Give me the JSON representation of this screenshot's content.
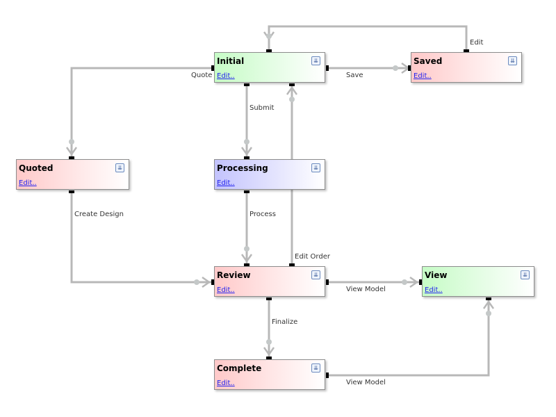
{
  "nodes": {
    "initial": {
      "title": "Initial",
      "edit": "Edit..",
      "color": "green"
    },
    "saved": {
      "title": "Saved",
      "edit": "Edit..",
      "color": "red"
    },
    "quoted": {
      "title": "Quoted",
      "edit": "Edit..",
      "color": "red"
    },
    "processing": {
      "title": "Processing",
      "edit": "Edit..",
      "color": "blue"
    },
    "review": {
      "title": "Review",
      "edit": "Edit..",
      "color": "red"
    },
    "view": {
      "title": "View",
      "edit": "Edit..",
      "color": "green"
    },
    "complete": {
      "title": "Complete",
      "edit": "Edit..",
      "color": "red"
    }
  },
  "expand_icon": "⇊",
  "transitions": [
    {
      "from": "Initial",
      "to": "Saved",
      "label": "Save"
    },
    {
      "from": "Saved",
      "to": "Initial",
      "label": "Edit"
    },
    {
      "from": "Initial",
      "to": "Quoted",
      "label": "Quote"
    },
    {
      "from": "Initial",
      "to": "Processing",
      "label": "Submit"
    },
    {
      "from": "Quoted",
      "to": "Review",
      "label": "Create Design"
    },
    {
      "from": "Processing",
      "to": "Review",
      "label": "Process"
    },
    {
      "from": "Review",
      "to": "Initial",
      "label": "Edit Order"
    },
    {
      "from": "Review",
      "to": "View",
      "label": "View Model"
    },
    {
      "from": "Review",
      "to": "Complete",
      "label": "Finalize"
    },
    {
      "from": "Complete",
      "to": "View",
      "label": "View Model"
    }
  ],
  "colors": {
    "red_start": "#ffc9c9",
    "green_start": "#c6fcc6",
    "blue_start": "#c3c3fd",
    "edge": "#b8b8b8",
    "link": "#2222ee"
  }
}
